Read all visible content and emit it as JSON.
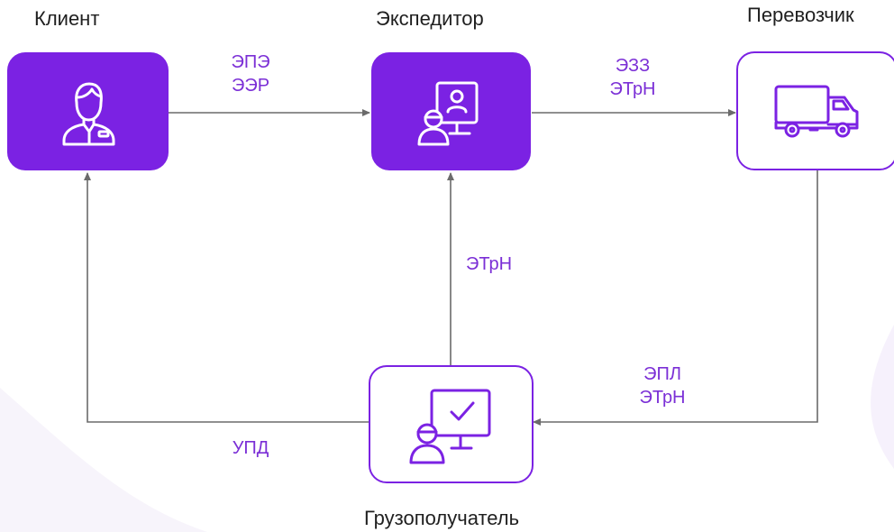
{
  "nodes": {
    "client": {
      "label": "Клиент",
      "icon": "customer-icon"
    },
    "forwarder": {
      "label": "Экспедитор",
      "icon": "person-monitor-icon"
    },
    "carrier": {
      "label": "Перевозчик",
      "icon": "truck-icon"
    },
    "consignee": {
      "label": "Грузополучатель",
      "icon": "person-monitor-check-icon"
    }
  },
  "edges": {
    "client_to_forwarder": {
      "lines": [
        "ЭПЭ",
        "ЭЭР"
      ]
    },
    "forwarder_to_carrier": {
      "lines": [
        "ЭЗЗ",
        "ЭТрН"
      ]
    },
    "consignee_to_forwarder": {
      "lines": [
        "ЭТрН"
      ]
    },
    "carrier_to_consignee": {
      "lines": [
        "ЭПЛ",
        "ЭТрН"
      ]
    },
    "consignee_to_client": {
      "lines": [
        "УПД"
      ]
    }
  },
  "colors": {
    "accent": "#7b22e3",
    "label_accent": "#7b2fd6",
    "arrow": "#6b6b6b",
    "text": "#1f1f1f"
  }
}
